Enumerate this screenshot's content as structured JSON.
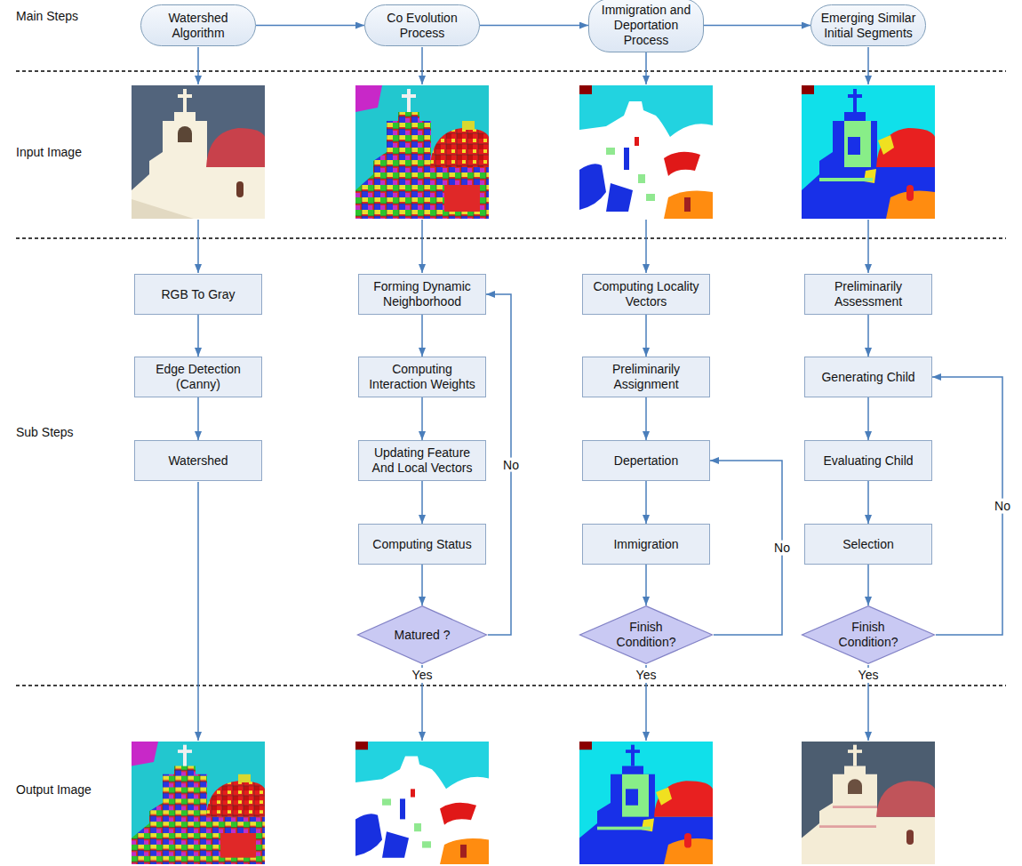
{
  "diagram": {
    "nodes": [
      {
        "text": [
          "Watershed Algorithm"
        ]
      },
      {
        "text": [
          "Co Evolution Process"
        ]
      },
      {
        "text": [
          "Immigration and Deportation Process"
        ]
      },
      {
        "text": [
          "Emerging Similar Initial Segments"
        ]
      },
      {
        "text": [
          "RGB To Gray"
        ]
      },
      {
        "text": [
          "Edge Detection (Canny)"
        ]
      },
      {
        "text": [
          "Watershed"
        ]
      },
      {
        "text": [
          "Forming Dynamic Neighborhood"
        ]
      },
      {
        "text": [
          "Computing Interaction Weights"
        ]
      },
      {
        "text": [
          "Updating Feature And Local Vectors"
        ]
      },
      {
        "text": [
          "Computing Status"
        ]
      },
      {
        "text": [
          "Matured ?"
        ]
      },
      {
        "text": [
          "Computing Locality Vectors"
        ]
      },
      {
        "text": [
          "Preliminarily Assignment"
        ]
      },
      {
        "text": [
          "Depertation"
        ]
      },
      {
        "text": [
          "Immigration"
        ]
      },
      {
        "text": [
          "Finish Condition?"
        ]
      },
      {
        "text": [
          "Preliminarily Assessment"
        ]
      },
      {
        "text": [
          "Generating Child"
        ]
      },
      {
        "text": [
          "Evaluating Child"
        ]
      },
      {
        "text": [
          "Selection"
        ]
      },
      {
        "text": [
          "Finish Condition?"
        ]
      }
    ],
    "edges": [
      {
        "from": 0,
        "to": 1,
        "arrow": "to"
      },
      {
        "from": 1,
        "to": 2,
        "arrow": "to"
      },
      {
        "from": 2,
        "to": 3,
        "arrow": "to"
      },
      {
        "from": 4,
        "to": 5,
        "arrow": "to"
      },
      {
        "from": 5,
        "to": 6,
        "arrow": "to"
      },
      {
        "from": 7,
        "to": 8,
        "arrow": "to"
      },
      {
        "from": 8,
        "to": 9,
        "arrow": "to"
      },
      {
        "from": 9,
        "to": 10,
        "arrow": "to"
      },
      {
        "from": 10,
        "to": 11,
        "arrow": "to"
      },
      {
        "from": 11,
        "to": 7,
        "label": "No",
        "arrow": "to"
      },
      {
        "from": 12,
        "to": 13,
        "arrow": "to"
      },
      {
        "from": 13,
        "to": 14,
        "arrow": "to"
      },
      {
        "from": 14,
        "to": 15,
        "arrow": "to"
      },
      {
        "from": 15,
        "to": 16,
        "arrow": "to"
      },
      {
        "from": 16,
        "to": 14,
        "label": "No",
        "arrow": "to"
      },
      {
        "from": 17,
        "to": 18,
        "arrow": "to"
      },
      {
        "from": 18,
        "to": 19,
        "arrow": "to"
      },
      {
        "from": 19,
        "to": 20,
        "arrow": "to"
      },
      {
        "from": 20,
        "to": 21,
        "arrow": "to"
      },
      {
        "from": 21,
        "to": 18,
        "label": "No",
        "arrow": "to"
      }
    ],
    "labels": [
      "Main Steps",
      "Input Image",
      "Sub Steps",
      "Output Image",
      "Yes",
      "Yes",
      "Yes"
    ]
  }
}
